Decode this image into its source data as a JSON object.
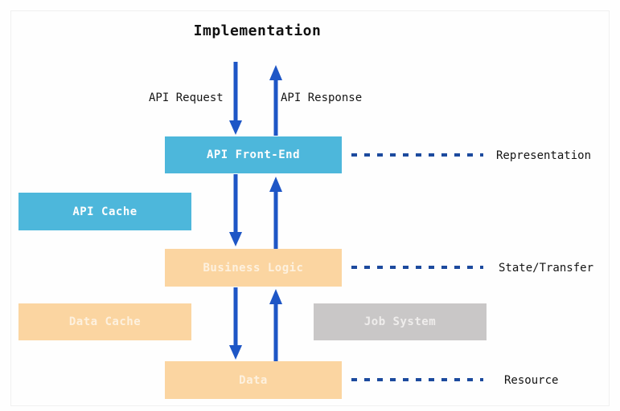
{
  "title": "Implementation",
  "colors": {
    "box_blue": "#4db7db",
    "box_orange": "#fbd5a1",
    "box_gray": "#c9c7c7",
    "arrow_blue": "#1e56c6",
    "dash_navy": "#1c4a9e"
  },
  "flows": {
    "request_label": "API Request",
    "response_label": "API Response"
  },
  "boxes": {
    "api_front_end": "API Front-End",
    "api_cache": "API Cache",
    "business_logic": "Business Logic",
    "data_cache": "Data Cache",
    "job_system": "Job System",
    "data": "Data"
  },
  "layers": {
    "representation": "Representation",
    "state_transfer": "State/Transfer",
    "resource": "Resource"
  }
}
